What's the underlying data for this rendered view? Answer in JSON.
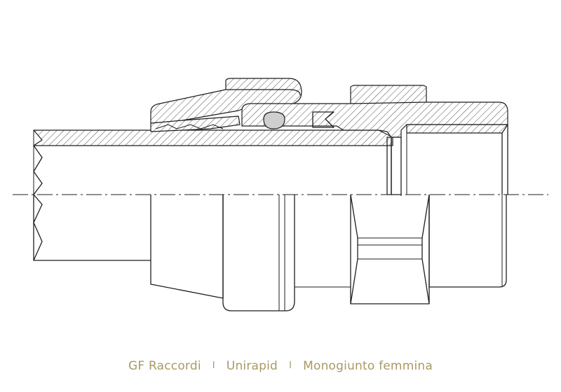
{
  "caption": {
    "brand": "GF Raccordi",
    "separator": "I",
    "series": "Unirapid",
    "product": "Monogiunto femmina"
  },
  "colors": {
    "caption": "#a89a63",
    "line": "#1e1e1e",
    "oring": "#cfcfcf",
    "background": "#ffffff"
  }
}
